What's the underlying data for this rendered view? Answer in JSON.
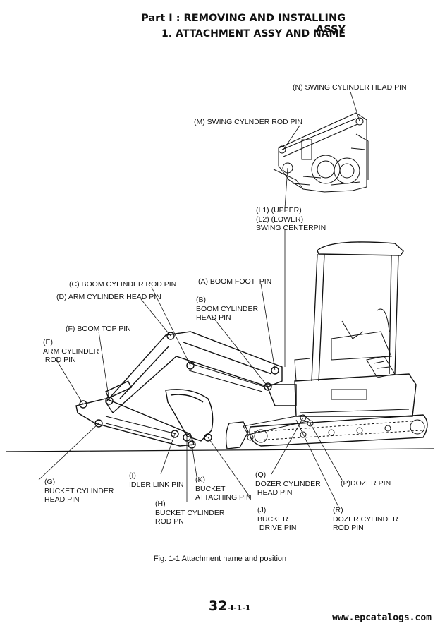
{
  "header": {
    "part_title": "Part I : REMOVING AND INSTALLING ASSY",
    "section_title": "1. ATTACHMENT ASSY AND NAME"
  },
  "labels": {
    "n": "(N) SWING CYLINDER HEAD PIN",
    "m": "(M) SWING CYLNDER ROD PIN",
    "l": "(L1) (UPPER)\n(L2) (LOWER)\nSWING CENTERPIN",
    "c": "(C) BOOM CYLINDER ROD PIN",
    "d": "(D) ARM CYLINDER HEAD PIN",
    "a": "(A) BOOM FOOT  PIN",
    "b": "(B)\nBOOM CYLINDER\nHEAD PIN",
    "f": "(F) BOOM TOP PIN",
    "e": "(E)\nARM CYLINDER\n ROD PIN",
    "i": "(I)\nIDLER LINK PIN",
    "k": "(K)\nBUCKET\nATTACHING PIN",
    "h": "(H)\nBUCKET CYLINDER\nROD PN",
    "j": "(J)\nBUCKER\n DRIVE PIN",
    "g": "(G)\nBUCKET CYLINDER\nHEAD PIN",
    "q": "(Q)\nDOZER CYLINDER\n HEAD PIN",
    "p": "(P)DOZER PIN",
    "r": "(R)\nDOZER CYLINDER\nROD PIN"
  },
  "caption": "Fig. 1-1 Attachment name and position",
  "page_number": {
    "main": "32",
    "sub": "-I-1-1"
  },
  "watermark": "www.epcatalogs.com"
}
